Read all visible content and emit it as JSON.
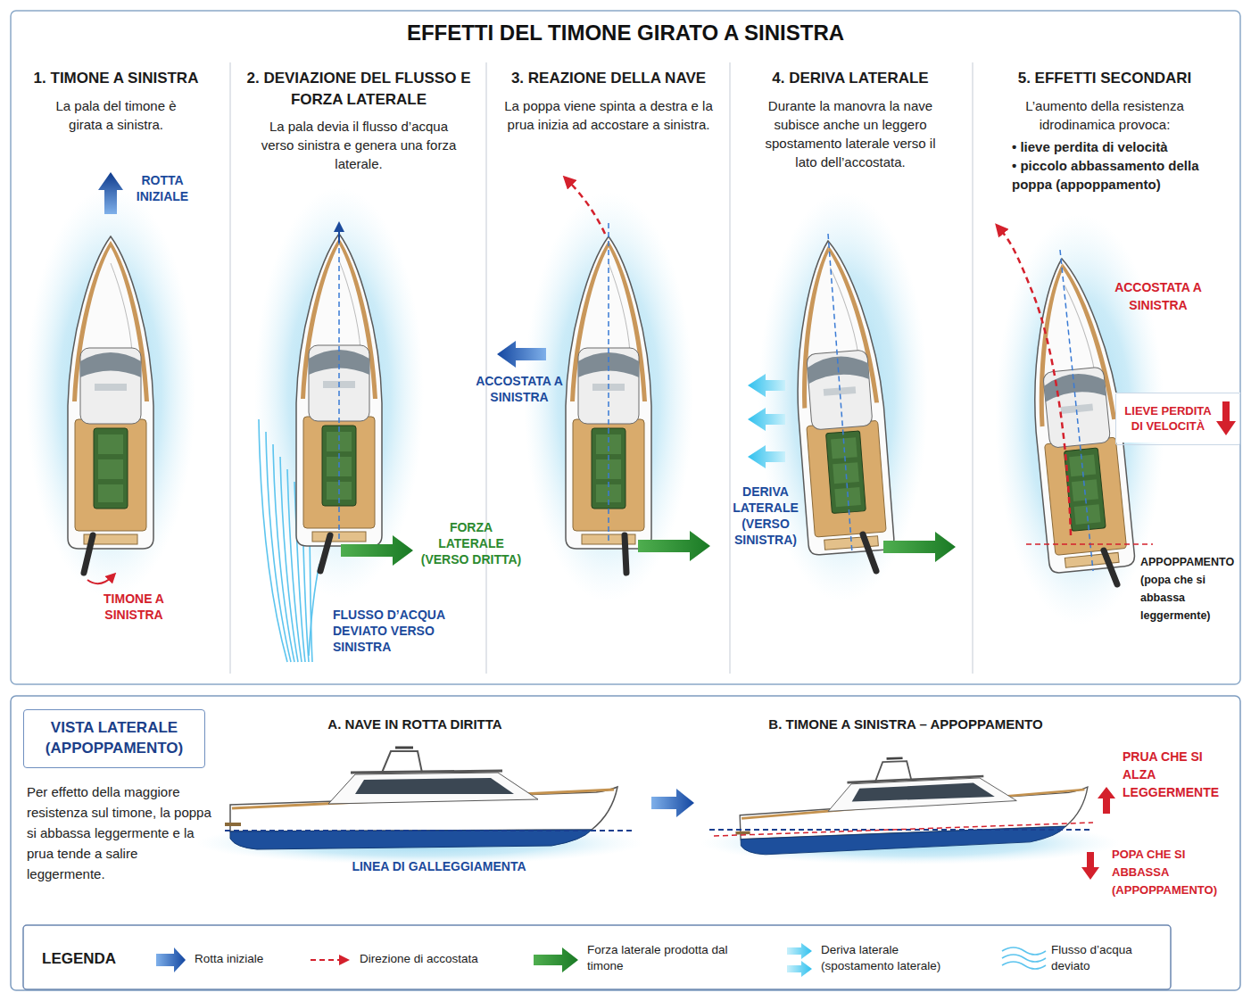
{
  "diagram": {
    "title": "EFFETTI DEL TIMONE GIRATO A SINISTRA",
    "nodes": [
      {
        "text": [
          "LIEVE PERDITA DI VELOCITÀ"
        ]
      },
      {
        "text": [
          "VISTA LATERALE (APPOPPAMENTO)"
        ]
      }
    ],
    "labels": [
      "1. TIMONE A SINISTRA",
      "La pala del timone è girata a sinistra.",
      "ROTTA INIZIALE",
      "TIMONE A SINISTRA",
      "2. DEVIAZIONE DEL FLUSSO E FORZA LATERALE",
      "La pala devia il flusso d’acqua verso sinistra e genera una forza laterale.",
      "FORZA LATERALE (VERSO DRITTA)",
      "FLUSSO D’ACQUA DEVIATO VERSO SINISTRA",
      "3. REAZIONE DELLA NAVE",
      "La poppa viene spinta a destra e la prua inizia ad accostare a sinistra.",
      "ACCOSTATA A SINISTRA",
      "4. DERIVA LATERALE",
      "Durante la manovra la nave subisce anche un leggero spostamento laterale verso il lato dell’accostata.",
      "DERIVA LATERALE (VERSO SINISTRA)",
      "5. EFFETTI SECONDARI",
      "L’aumento della resistenza idrodinamica provoca:",
      "• lieve perdita di velocità",
      "• piccolo abbassamento della poppa (appoppamento)",
      "ACCOSTATA A SINISTRA",
      "APPOPPAMENTO (popa che si abbassa leggermente)",
      "Per effetto della maggiore resistenza sul timone, la poppa si abbassa leggermente e la prua tende a salire leggermente.",
      "A. NAVE IN ROTTA DIRITTA",
      "LINEA DI GALLEGGIAMENTA",
      "B. TIMONE A SINISTRA – APPOPPAMENTO",
      "PRUA CHE SI ALZA LEGGERMENTE",
      "POPA CHE SI ABBASSA (APPOPPAMENTO)",
      "LEGENDA"
    ],
    "legend": [
      {
        "text": "Rotta iniziale"
      },
      {
        "text": "Direzione di accostata"
      },
      {
        "text": "Forza laterale prodotta dal timone"
      },
      {
        "text": "Deriva laterale (spostamento laterale)"
      },
      {
        "text": "Flusso d’acqua deviato"
      }
    ]
  }
}
